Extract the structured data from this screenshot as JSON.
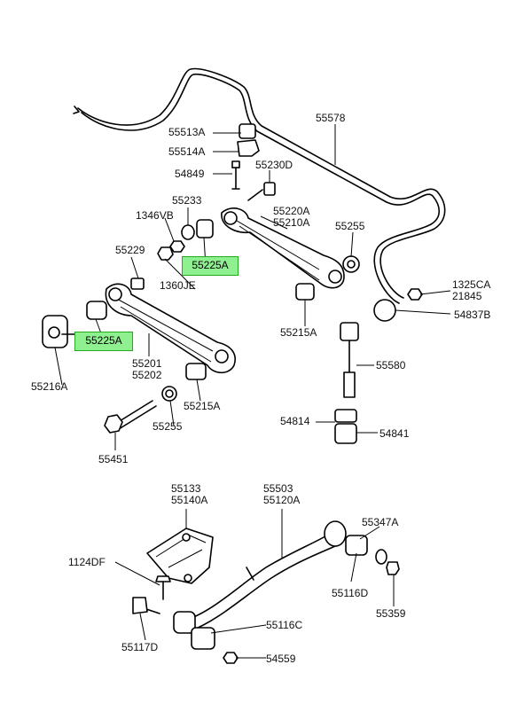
{
  "diagram": {
    "labels": {
      "p55513A": "55513A",
      "p55514A": "55514A",
      "p54849": "54849",
      "p55230D": "55230D",
      "p55578": "55578",
      "p55233": "55233",
      "p1346VB": "1346VB",
      "p55220A_55210A": "55220A\n55210A",
      "p55255_top": "55255",
      "p55229": "55229",
      "p1360JE": "1360JE",
      "p1325CA_21845": "1325CA\n21845",
      "p54837B": "54837B",
      "p55215A_top": "55215A",
      "p55580": "55580",
      "p55216A": "55216A",
      "p55201_55202": "55201\n55202",
      "p55215A_bottom": "55215A",
      "p55255_bottom": "55255",
      "p54814": "54814",
      "p54841": "54841",
      "p55451": "55451",
      "p55133_55140A": "55133\n55140A",
      "p55503_55120A": "55503\n55120A",
      "p55347A": "55347A",
      "p1124DF": "1124DF",
      "p55116D": "55116D",
      "p55359": "55359",
      "p55117D": "55117D",
      "p55116C": "55116C",
      "p54559": "54559"
    },
    "highlighted": {
      "upper": "55225A",
      "lower": "55225A",
      "color": "#8ff08f",
      "border": "#22aa22"
    }
  }
}
